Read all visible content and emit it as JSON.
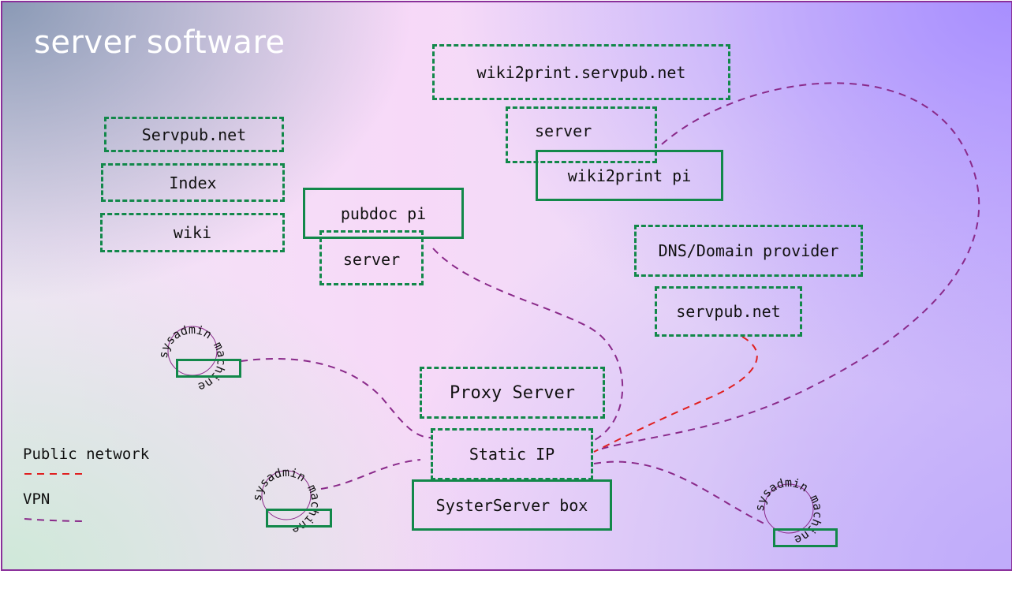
{
  "title": "server software",
  "nodes": {
    "servpub_net_site": "Servpub.net",
    "index": "Index",
    "wiki": "wiki",
    "pubdoc_pi": "pubdoc pi",
    "pubdoc_server": "server",
    "wiki2print_url": "wiki2print.servpub.net",
    "wiki2print_server": "server",
    "wiki2print_pi": "wiki2print pi",
    "dns_provider": "DNS/Domain provider",
    "dns_servpub": "servpub.net",
    "proxy_server": "Proxy Server",
    "static_ip": "Static IP",
    "syster_box": "SysterServer box"
  },
  "sysadmin_label": "sysadmin machine",
  "legend": {
    "public": "Public network",
    "vpn": "VPN"
  },
  "colors": {
    "box_border": "#12884a",
    "vpn_line": "#8a2a8a",
    "public_line": "#e02020",
    "title": "#ffffff"
  }
}
